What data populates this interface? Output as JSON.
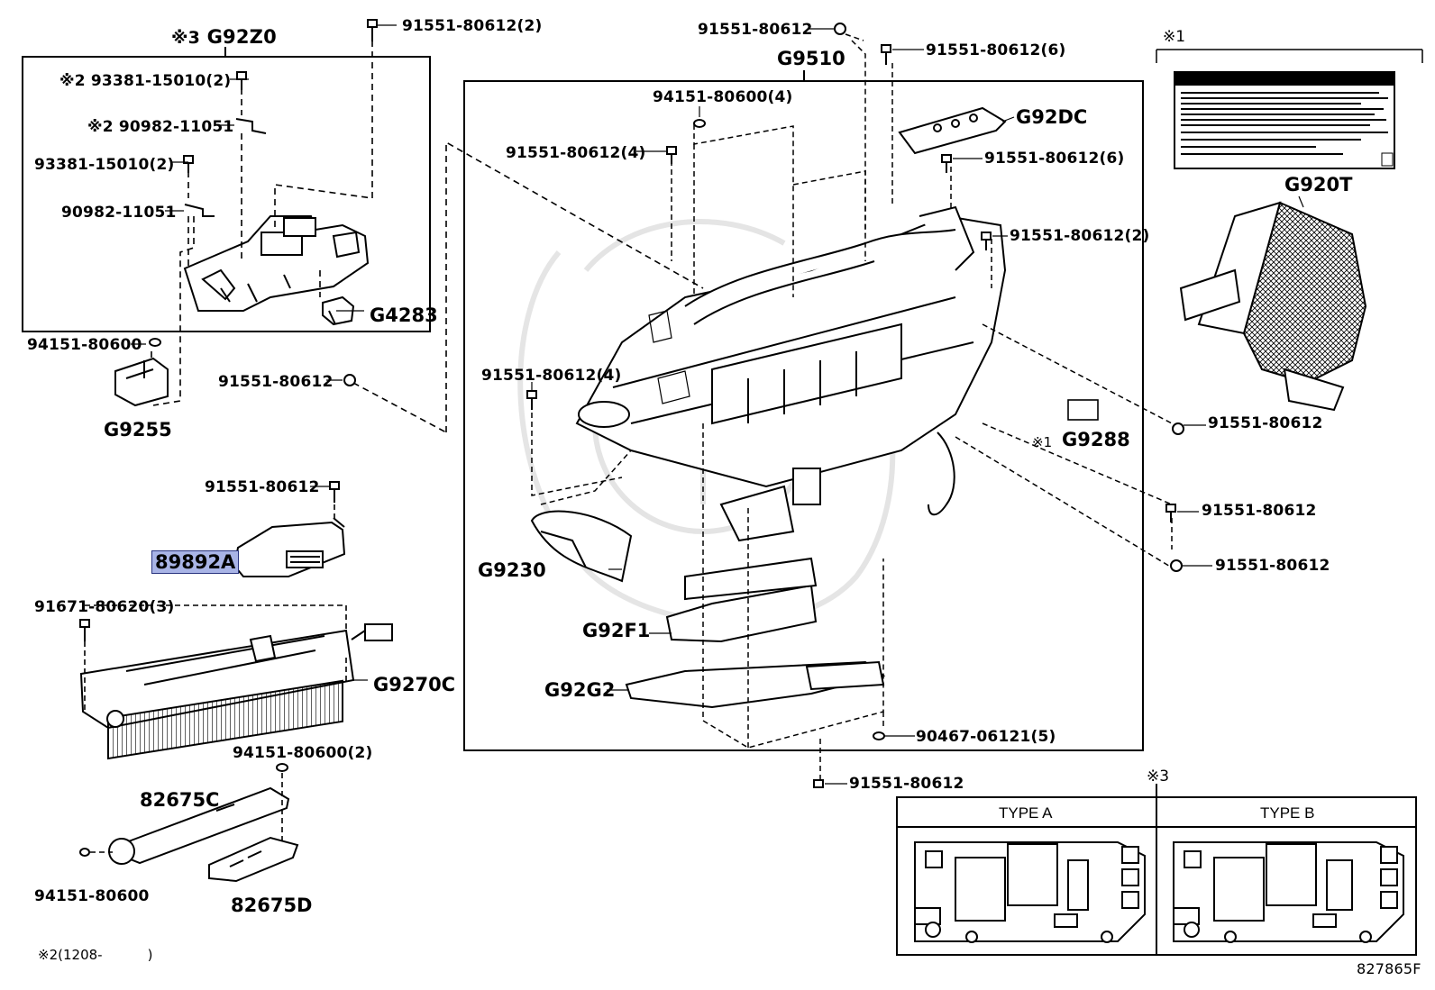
{
  "diagram_id": "827865F",
  "groups": {
    "g92z0_box": {
      "note": "※3",
      "code": "G92Z0"
    },
    "g9510_box": {
      "code": "G9510"
    },
    "sticker_group": {
      "note": "※1"
    },
    "type_box": {
      "note": "※3",
      "type_a": "TYPE A",
      "type_b": "TYPE B"
    }
  },
  "footnote": {
    "mark": "※2",
    "text": "(1208-",
    "close": ")"
  },
  "part_labels": [
    {
      "id": "l_g92z0_bolt",
      "text": "91551-80612(2)"
    },
    {
      "id": "l_93381_a",
      "text": "※2 93381-15010(2)"
    },
    {
      "id": "l_90982_a",
      "text": "※2 90982-11051"
    },
    {
      "id": "l_93381_b",
      "text": "93381-15010(2)"
    },
    {
      "id": "l_90982_b",
      "text": "90982-11051"
    },
    {
      "id": "l_g4283",
      "text": "G4283",
      "big": true
    },
    {
      "id": "l_94151_a",
      "text": "94151-80600"
    },
    {
      "id": "l_g9255",
      "text": "G9255",
      "big": true
    },
    {
      "id": "l_91551_mid",
      "text": "91551-80612"
    },
    {
      "id": "l_91551_89892",
      "text": "91551-80612"
    },
    {
      "id": "l_89892a",
      "text": "89892A",
      "big": true,
      "highlight": true
    },
    {
      "id": "l_91671",
      "text": "91671-80620(3)"
    },
    {
      "id": "l_g9270c",
      "text": "G9270C",
      "big": true
    },
    {
      "id": "l_94151_2",
      "text": "94151-80600(2)"
    },
    {
      "id": "l_82675c",
      "text": "82675C",
      "big": true
    },
    {
      "id": "l_94151_b",
      "text": "94151-80600"
    },
    {
      "id": "l_82675d",
      "text": "82675D",
      "big": true
    },
    {
      "id": "l_top_91551",
      "text": "91551-80612"
    },
    {
      "id": "l_g9510",
      "text": "G9510",
      "big": true
    },
    {
      "id": "l_91551_6a",
      "text": "91551-80612(6)"
    },
    {
      "id": "l_94151_4",
      "text": "94151-80600(4)"
    },
    {
      "id": "l_91551_4a",
      "text": "91551-80612(4)"
    },
    {
      "id": "l_g92dc",
      "text": "G92DC",
      "big": true
    },
    {
      "id": "l_91551_6b",
      "text": "91551-80612(6)"
    },
    {
      "id": "l_91551_2b",
      "text": "91551-80612(2)"
    },
    {
      "id": "l_91551_4b",
      "text": "91551-80612(4)"
    },
    {
      "id": "l_g9288_note",
      "text": "※1"
    },
    {
      "id": "l_g9288",
      "text": "G9288",
      "big": true
    },
    {
      "id": "l_g9230",
      "text": "G9230",
      "big": true
    },
    {
      "id": "l_g92f1",
      "text": "G92F1",
      "big": true
    },
    {
      "id": "l_g92g2",
      "text": "G92G2",
      "big": true
    },
    {
      "id": "l_90467",
      "text": "90467-06121(5)"
    },
    {
      "id": "l_91551_bottom",
      "text": "91551-80612"
    },
    {
      "id": "l_g920t",
      "text": "G920T",
      "big": true
    },
    {
      "id": "l_91551_r1",
      "text": "91551-80612"
    },
    {
      "id": "l_91551_r2",
      "text": "91551-80612"
    },
    {
      "id": "l_91551_r3",
      "text": "91551-80612"
    }
  ]
}
